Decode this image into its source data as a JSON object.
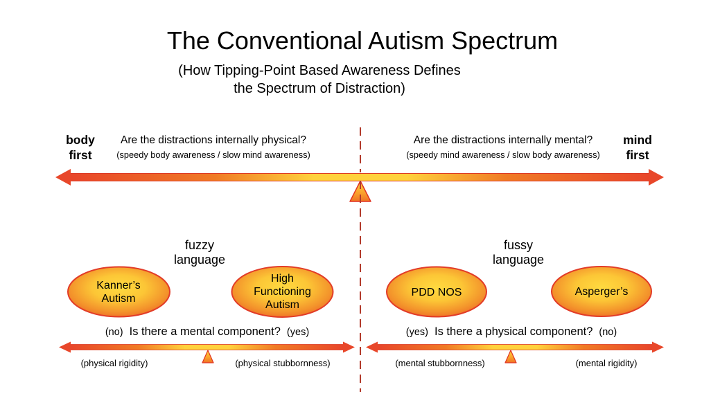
{
  "colors": {
    "arrow_red": "#E8472A",
    "beam_orange": "#F07B25",
    "beam_yellow": "#FFD23C",
    "outline_red": "#DD3B26",
    "ellipse_border": "#E23C28",
    "ellipse_center_yellow": "#FFDA40",
    "ellipse_edge_orange": "#ED6125",
    "dashed_line_red": "#B23A2B",
    "text_black": "#000000"
  },
  "header": {
    "title": "The Conventional Autism Spectrum",
    "subtitle_line1": "(How Tipping-Point Based Awareness Defines",
    "subtitle_line2": "the Spectrum of Distraction)"
  },
  "main_scale": {
    "left_end": {
      "line1": "body",
      "line2": "first"
    },
    "right_end": {
      "line1": "mind",
      "line2": "first"
    },
    "left_question": "Are the distractions internally physical?",
    "left_subtext": "(speedy body awareness / slow mind awareness)",
    "right_question": "Are the distractions internally mental?",
    "right_subtext": "(speedy mind awareness / slow body awareness)"
  },
  "left_section": {
    "language_line1": "fuzzy",
    "language_line2": "language",
    "bubbles": [
      {
        "label": "Kanner’s Autism"
      },
      {
        "label": "High Functioning Autism"
      }
    ],
    "question": {
      "left_marker": "(no)",
      "text": "Is there a mental component?",
      "right_marker": "(yes)"
    },
    "scale_left_label": "(physical rigidity)",
    "scale_right_label": "(physical stubbornness)"
  },
  "right_section": {
    "language_line1": "fussy",
    "language_line2": "language",
    "bubbles": [
      {
        "label": "PDD NOS"
      },
      {
        "label": "Asperger’s"
      }
    ],
    "question": {
      "left_marker": "(yes)",
      "text": "Is there a physical component?",
      "right_marker": "(no)"
    },
    "scale_left_label": "(mental stubbornness)",
    "scale_right_label": "(mental rigidity)"
  }
}
